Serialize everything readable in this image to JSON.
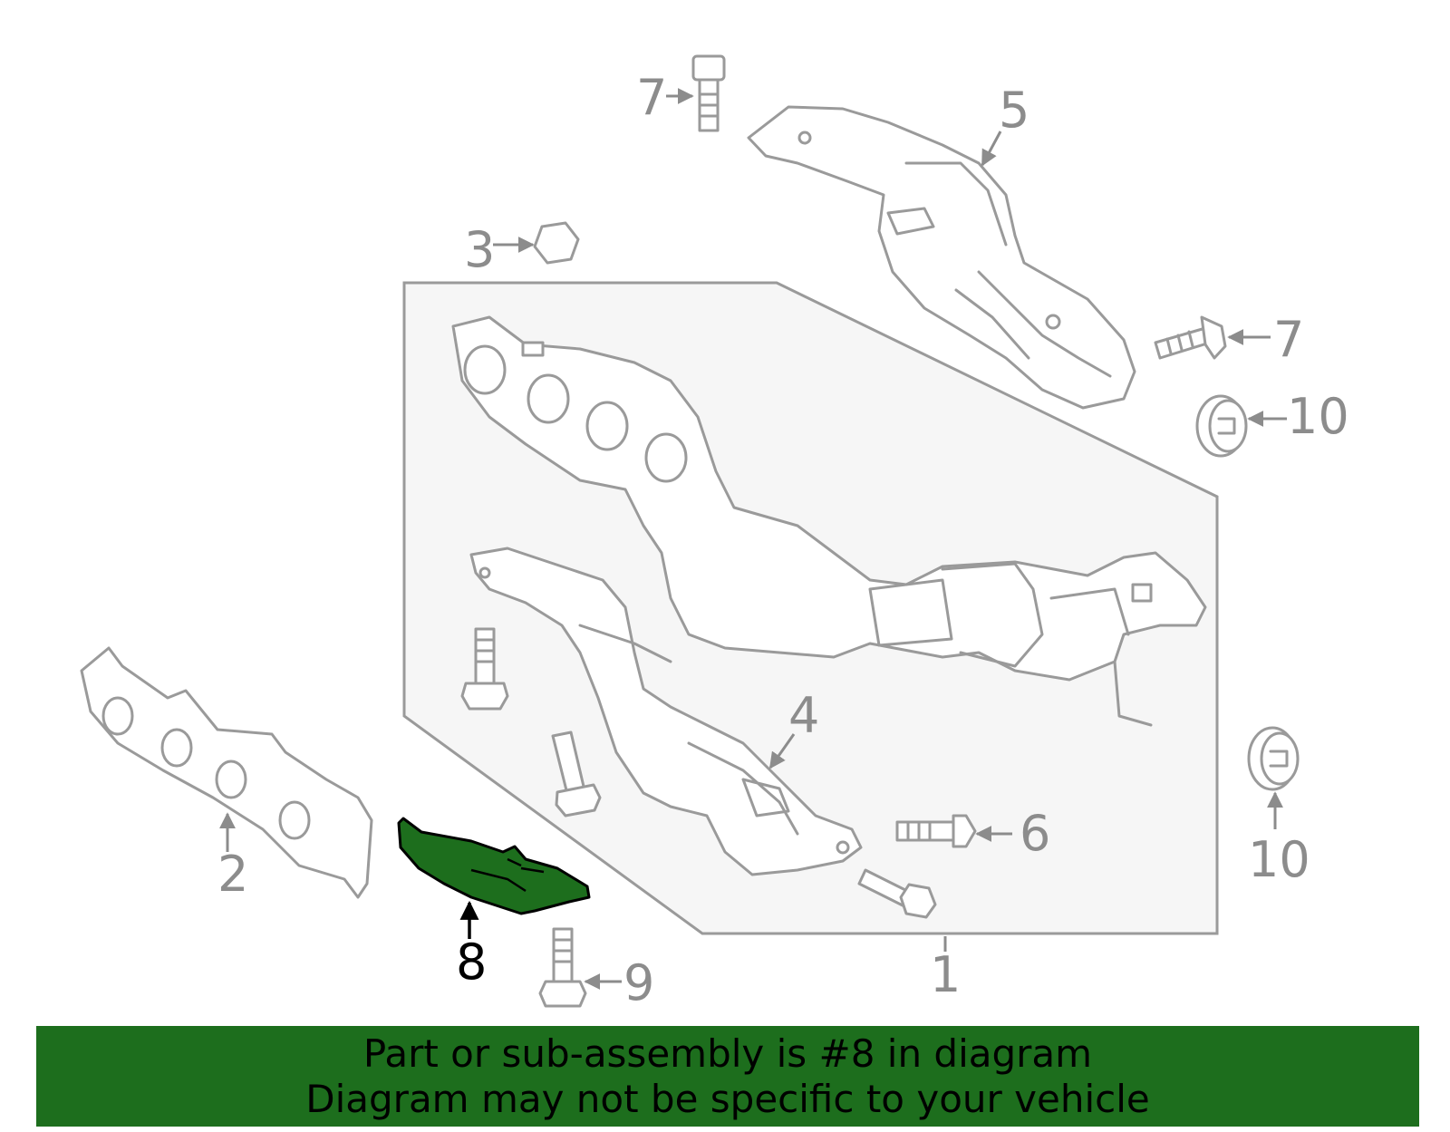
{
  "diagram": {
    "callouts": {
      "c1": "1",
      "c2": "2",
      "c3": "3",
      "c4": "4",
      "c5": "5",
      "c6": "6",
      "c7a": "7",
      "c7b": "7",
      "c8": "8",
      "c9": "9",
      "c10a": "10",
      "c10b": "10"
    },
    "highlighted_part": "8",
    "highlight_color": "#1d6e1d",
    "outline_color": "#9a9a9a"
  },
  "banner": {
    "line1": "Part or sub-assembly is #8 in diagram",
    "line2": "Diagram may not be specific to your vehicle",
    "background": "#1d6e1d"
  }
}
